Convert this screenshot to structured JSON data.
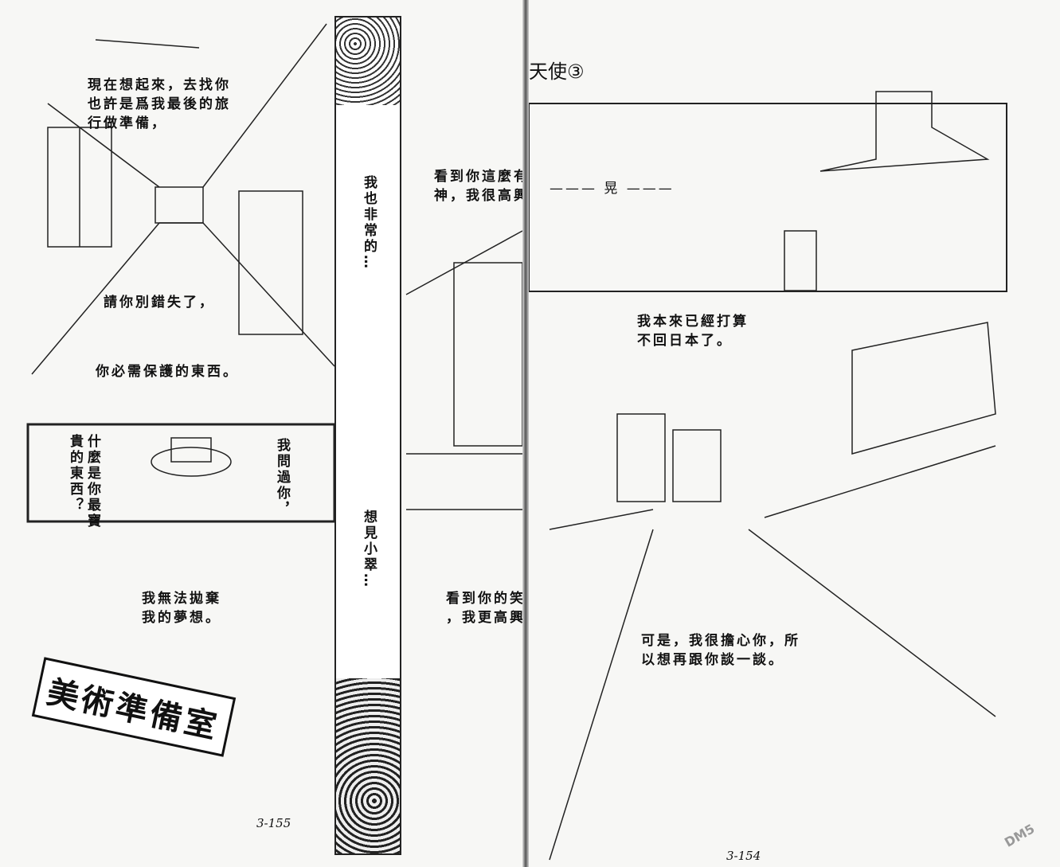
{
  "left_page": {
    "narration_1": "現在想起來，去找你\n也許是爲我最後的旅\n行做準備，",
    "narration_2": "請你別錯失了，",
    "narration_3": "你必需保護的東西。",
    "panel_vertical_right": "我問過你，",
    "panel_vertical_left": "什麼是你最寶\n貴的東西？",
    "narration_4": "我無法拋棄\n我的夢想。",
    "sign": "美術準備室",
    "page_number": "3-155"
  },
  "strip": {
    "vertical_1": "我也非常的…",
    "vertical_2": "想見小翠…"
  },
  "middle": {
    "narration_1": "看到你這麼有\n神，我很高興",
    "narration_2": "看到你的笑\n，我更高興"
  },
  "right_page": {
    "title": "天使③",
    "sfx": "——— 晃 ———",
    "narration_1": "我本來已經打算\n不回日本了。",
    "narration_2": "可是，我很擔心你，所\n以想再跟你談一談。",
    "page_number": "3-154",
    "watermark": "DM5"
  }
}
